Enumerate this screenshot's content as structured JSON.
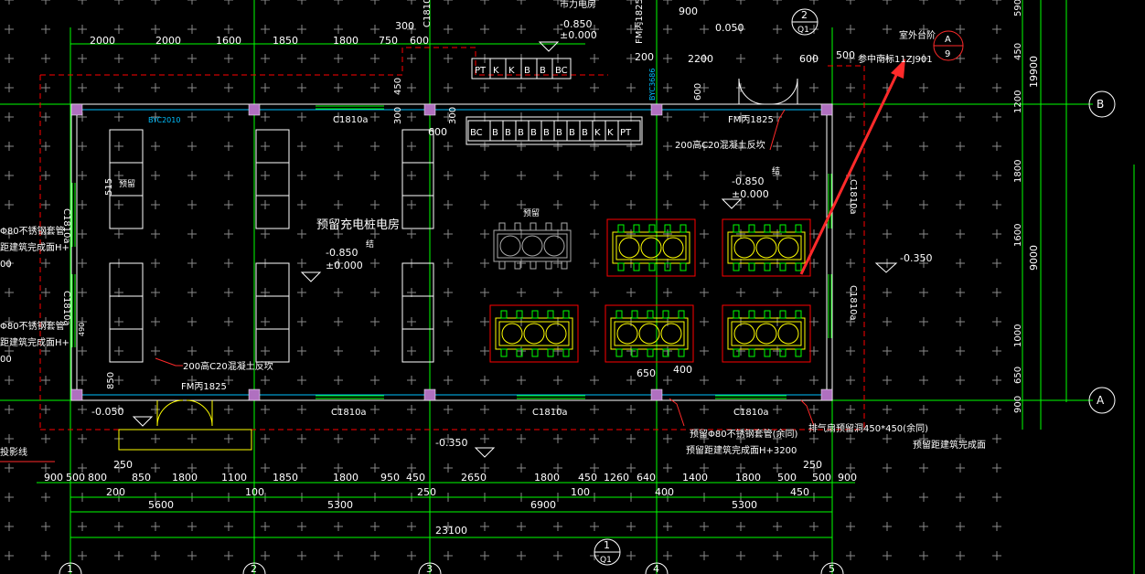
{
  "colors": {
    "background": "#000000",
    "grid": "#00ff00",
    "dimension": "#ffffff",
    "wall": "#ffffff",
    "boundary": "#ff0000",
    "equipment": "#ffff00",
    "annotation": "#ffffff",
    "door": "#ffff00",
    "marker": "#ff66ff",
    "arrow": "#ff2222",
    "cyan": "#00bfff"
  },
  "top_dims": [
    "2000",
    "2000",
    "1600",
    "1850",
    "1800",
    "750",
    "600"
  ],
  "top_misc": {
    "d300": "300",
    "d900": "900",
    "d2200": "2200",
    "d200": "200",
    "d600": "600",
    "d500": "500",
    "d050": "0.050",
    "c1810_top": "C1810",
    "text_0850": "-0.850",
    "text_000": "±0.000",
    "fm1825_v": "FM丙1825",
    "cut_top": "市力电房"
  },
  "right_dims": [
    "590",
    "450",
    "1200",
    "1800",
    "1600",
    "1000",
    "650",
    "900"
  ],
  "right_dims_total": [
    "19900",
    "9000"
  ],
  "axis_labels": {
    "B": "B",
    "A": "A"
  },
  "bottom_axis_labels": [
    "1",
    "2",
    "3",
    "4",
    "5"
  ],
  "section_marks": {
    "top": {
      "num": "2",
      "sheet": "Q1"
    },
    "bottom": {
      "num": "1",
      "sheet": "Q1"
    },
    "right": {
      "num": "A",
      "sheet": "9"
    }
  },
  "room_label": "预留充电桩电房",
  "room_level": "-0.850",
  "room_level2": "±0.000",
  "room_tag": "结",
  "level_right": "-0.850",
  "level_right2": "±0.000",
  "level_right_tag": "结",
  "level_outside_right": "-0.350",
  "level_outside_bottom": "-0.350",
  "level_left_bottom": "-0.050",
  "window_labels": {
    "c1810_top": "C1810a",
    "c1810_b1": "C1810a",
    "c1810_b2": "C1810a",
    "c1810_b3": "C1810a",
    "c1810_l1": "C1810a",
    "c1810_l2": "C1810a",
    "c1810_r1": "C1810a",
    "c1810_r2": "C1810a"
  },
  "door_labels": {
    "fm_bottom": "FM丙1825",
    "fm_top": "FM丙1825"
  },
  "annotations": {
    "curb_top": "200高C20混凝土反坎",
    "curb_bottom": "200高C20混凝土反坎",
    "outdoor_step": "室外台阶",
    "ref": "参中南标11ZJ901",
    "pipe_note1": "预留Φ80不锈钢套管(余同)",
    "pipe_note2": "预留距建筑完成面H+3200",
    "vent_note": "排气扇预留洞450*450(余同)",
    "vent_note2": "预留距建筑完成面",
    "left_note1": "Φ80不锈钢套管",
    "left_note2": "距建筑完成面H+",
    "left_note3": "00",
    "left_note4": "Φ80不锈钢套管",
    "left_note5": "距建筑完成面H+",
    "left_note6": "00",
    "shadow_line": "投影线",
    "byc_left": "BYC2010",
    "byc_top": "BYC3686",
    "reserved1": "预留",
    "reserved2": "预留",
    "d515": "515",
    "d450v": "450",
    "d300v": "300",
    "d600s": "600",
    "d600v": "600",
    "d850": "850",
    "d650": "650",
    "d400": "400",
    "d250a": "250",
    "d250b": "250",
    "d490": "490"
  },
  "cabinet_row_top": [
    "BC",
    "B",
    "B",
    "B",
    "B",
    "B",
    "B",
    "B",
    "B",
    "K",
    "K",
    "PT"
  ],
  "cabinet_row_small": [
    "PT",
    "K",
    "K",
    "B",
    "B",
    "BC"
  ],
  "bottom_dims_row1": [
    "900",
    "500",
    "800",
    "850",
    "1800",
    "1100",
    "1850",
    "1800",
    "950",
    "450",
    "2650",
    "1800",
    "450",
    "1260",
    "640",
    "1400",
    "1800",
    "500",
    "500",
    "900"
  ],
  "bottom_dims_row2": [
    "200",
    "100",
    "250",
    "100",
    "400",
    "450"
  ],
  "bottom_dims_row3": [
    "5600",
    "5300",
    "6900",
    "5300"
  ],
  "bottom_total": "23100"
}
